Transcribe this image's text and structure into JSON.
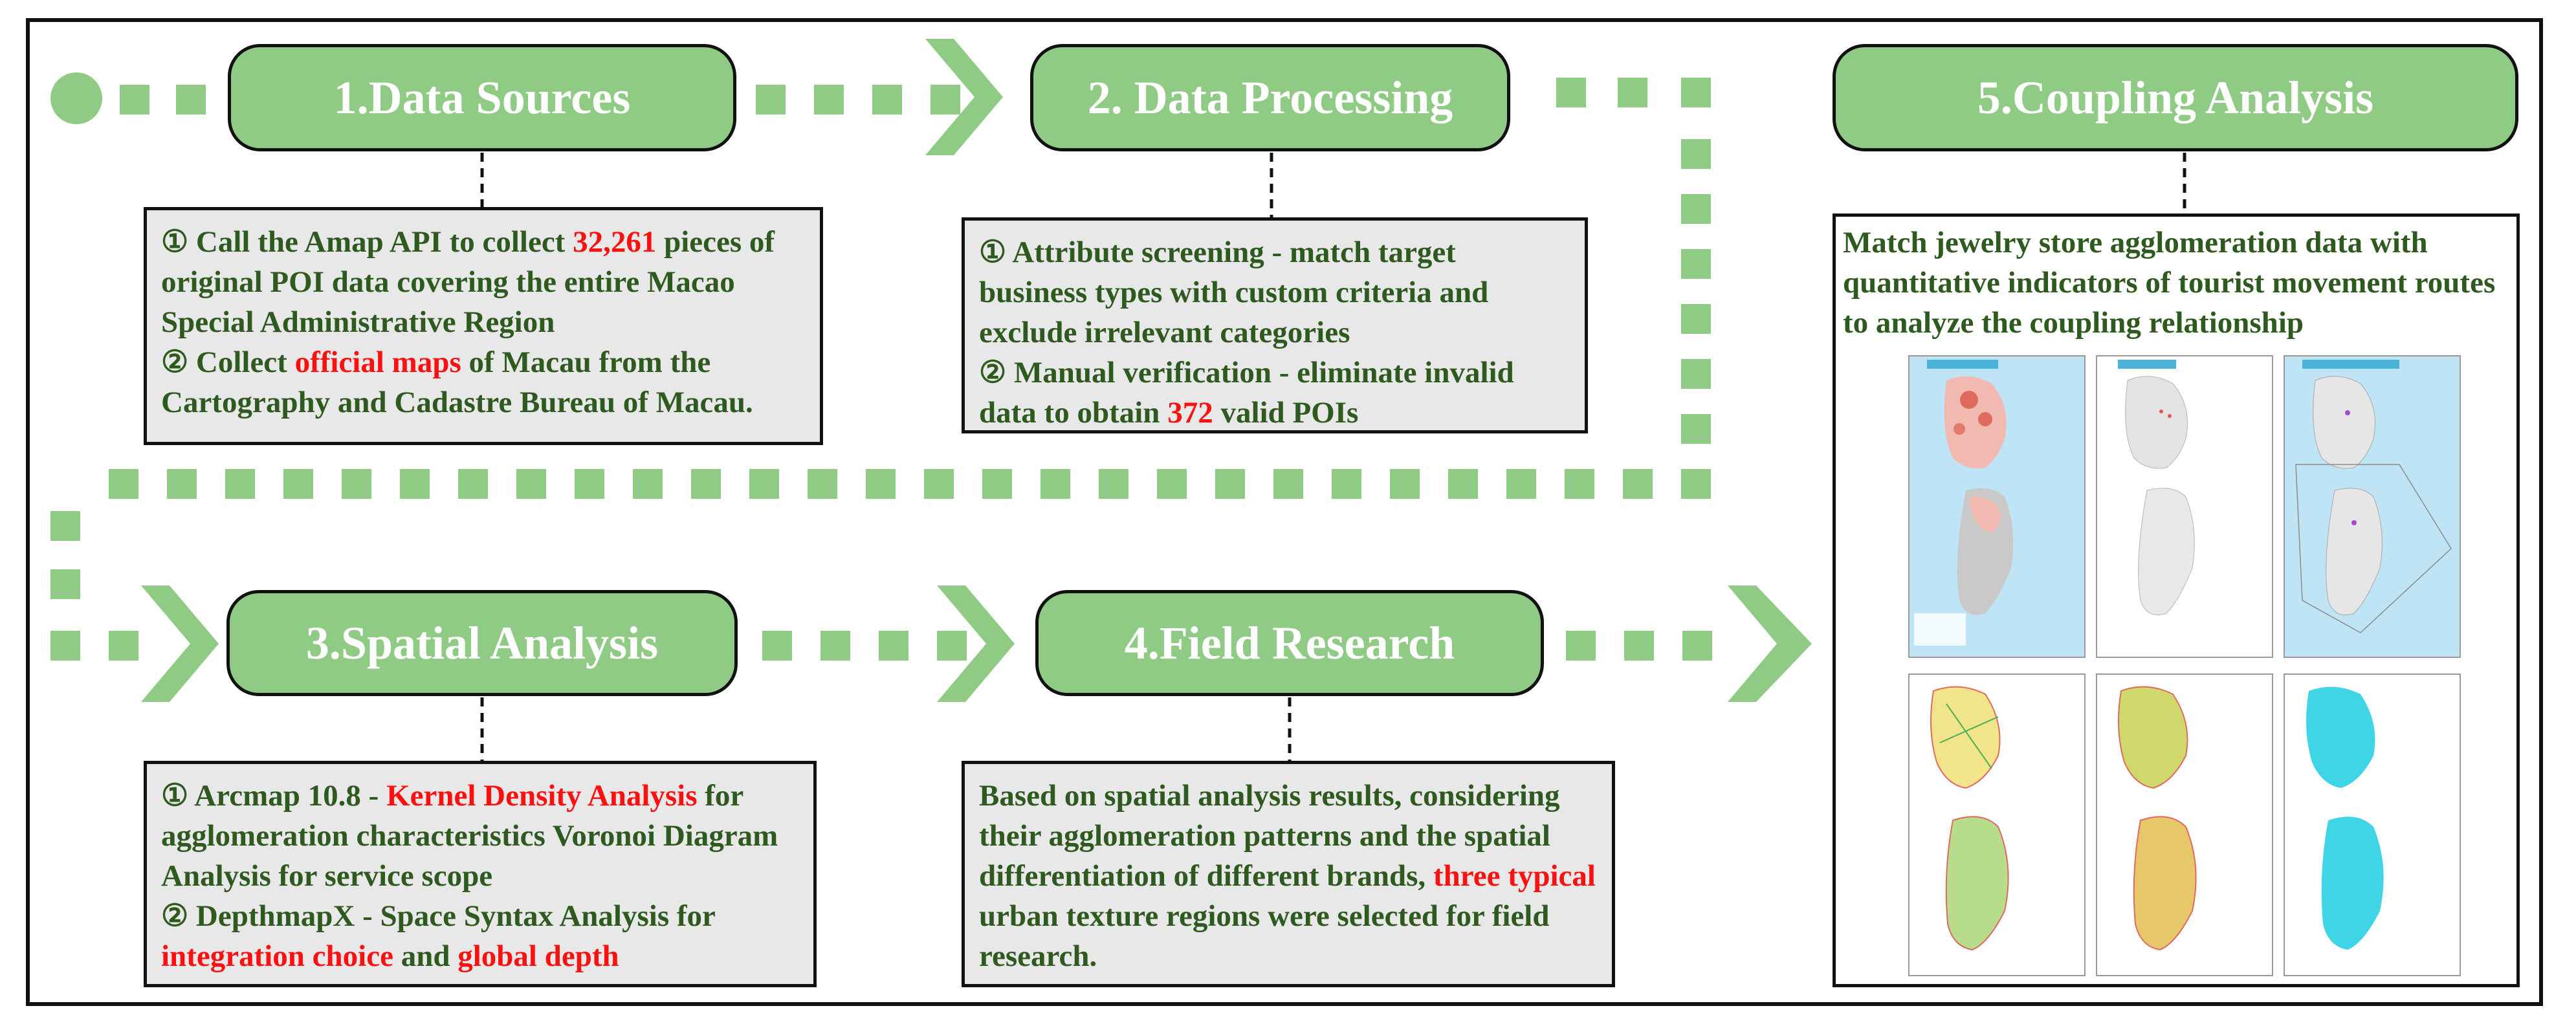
{
  "step1": {
    "title": "1.Data Sources",
    "items": [
      {
        "segments": [
          {
            "text": "① Call the Amap API to collect "
          },
          {
            "text": "32,261",
            "highlight": true
          },
          {
            "text": " pieces of original POI data covering the entire Macao Special Administrative Region"
          }
        ]
      },
      {
        "segments": [
          {
            "text": "② Collect "
          },
          {
            "text": "official maps",
            "highlight": true
          },
          {
            "text": " of Macau from the Cartography and Cadastre Bureau of Macau."
          }
        ]
      }
    ]
  },
  "step2": {
    "title": "2. Data Processing",
    "items": [
      {
        "segments": [
          {
            "text": "① Attribute screening - match target business types with custom criteria and exclude irrelevant categories"
          }
        ]
      },
      {
        "segments": [
          {
            "text": "② Manual verification - eliminate invalid data to obtain "
          },
          {
            "text": "372",
            "highlight": true
          },
          {
            "text": " valid POIs"
          }
        ]
      }
    ]
  },
  "step3": {
    "title": "3.Spatial Analysis",
    "items": [
      {
        "segments": [
          {
            "text": "① Arcmap 10.8 - "
          },
          {
            "text": "Kernel Density Analysis",
            "highlight": true
          },
          {
            "text": " for agglomeration characteristics Voronoi Diagram Analysis for service scope"
          }
        ]
      },
      {
        "segments": [
          {
            "text": "② DepthmapX - Space Syntax Analysis for "
          },
          {
            "text": "integration choice",
            "highlight": true
          },
          {
            "text": " and "
          },
          {
            "text": "global depth",
            "highlight": true
          }
        ]
      }
    ]
  },
  "step4": {
    "title": "4.Field Research",
    "items": [
      {
        "segments": [
          {
            "text": "Based on spatial analysis results, considering their agglomeration patterns and the spatial differentiation of different brands, "
          },
          {
            "text": "three typical",
            "highlight": true
          },
          {
            "text": " urban texture regions were selected for field research."
          }
        ]
      }
    ]
  },
  "step5": {
    "title": "5.Coupling Analysis",
    "description": "Match jewelry store agglomeration data with quantitative indicators of tourist movement routes to analyze the coupling relationship"
  },
  "colors": {
    "box_fill": "#8fcb84",
    "connector": "#8fcb84",
    "text": "#2f5a1f",
    "highlight": "#ff1010",
    "panel_bg": "#e8e8e8"
  }
}
